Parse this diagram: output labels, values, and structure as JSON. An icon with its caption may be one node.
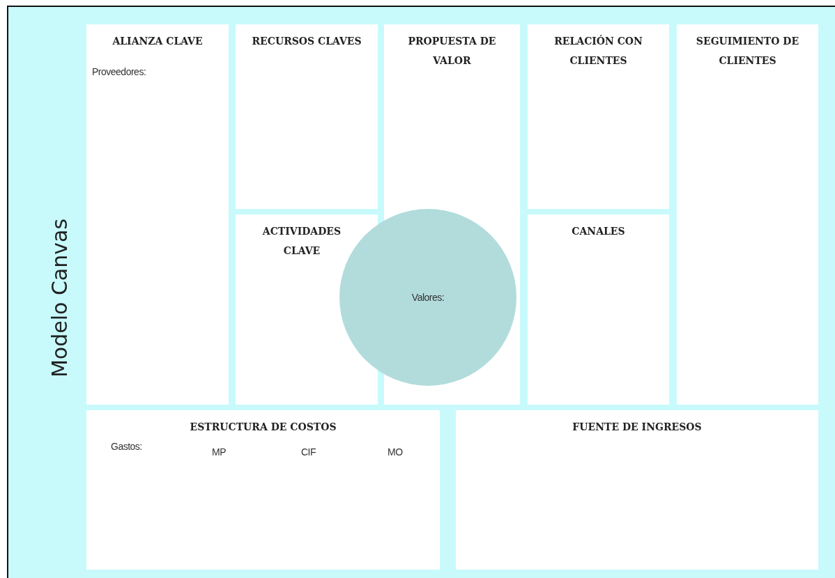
{
  "diagram": {
    "title": "Modelo Canvas",
    "nodes": [
      {
        "text": [
          "ALIANZA CLAVE",
          "Proveedores:"
        ]
      },
      {
        "text": [
          "RECURSOS CLAVES"
        ]
      },
      {
        "text": [
          "PROPUESTA DE VALOR"
        ]
      },
      {
        "text": [
          "RELACIÓN CON CLIENTES"
        ]
      },
      {
        "text": [
          "SEGUIMIENTO DE CLIENTES"
        ]
      },
      {
        "text": [
          "ACTIVIDADES CLAVE"
        ]
      },
      {
        "text": [
          "Valores:"
        ]
      },
      {
        "text": [
          "CANALES"
        ]
      },
      {
        "text": [
          "ESTRUCTURA DE COSTOS",
          "Gastos:",
          "MP",
          "CIF",
          "MO"
        ]
      },
      {
        "text": [
          "FUENTE DE INGRESOS"
        ]
      }
    ]
  }
}
